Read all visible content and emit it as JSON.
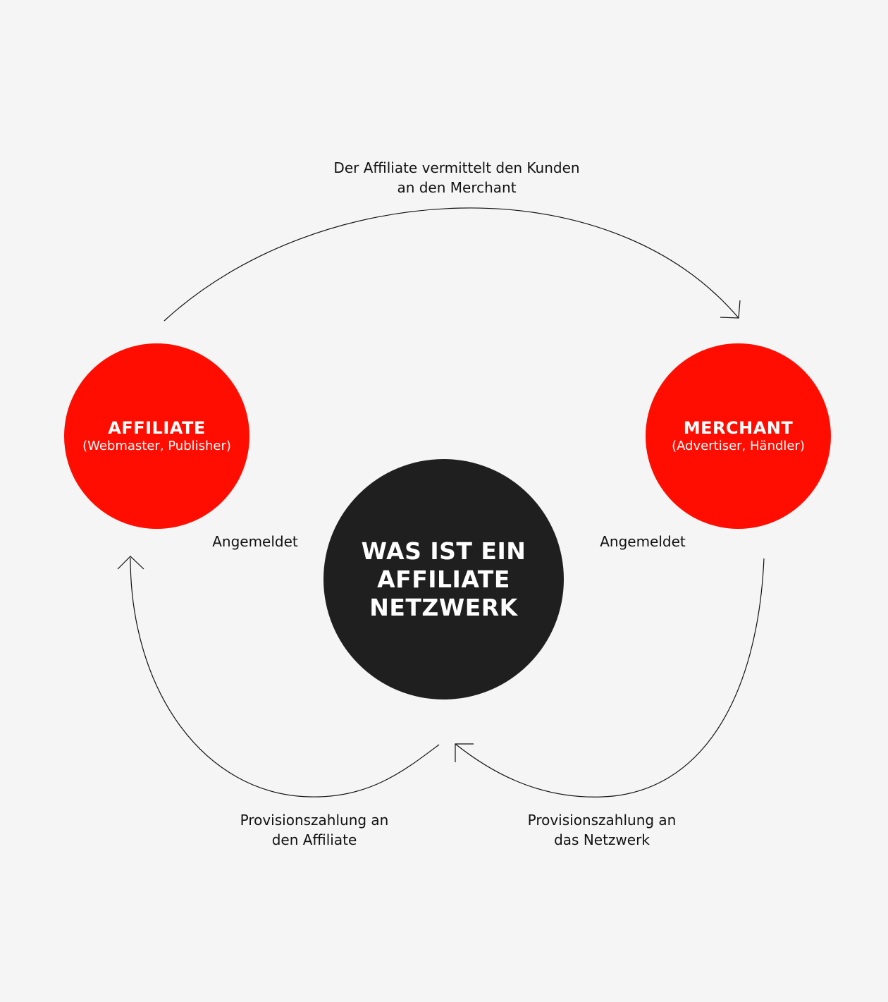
{
  "diagram": {
    "nodes": {
      "affiliate": {
        "title": "AFFILIATE",
        "subtitle": "(Webmaster, Publisher)",
        "color": "#ff0d00"
      },
      "merchant": {
        "title": "MERCHANT",
        "subtitle": "(Advertiser, Händler)",
        "color": "#ff0d00"
      },
      "center": {
        "title": "WAS IST EIN AFFILIATE NETZWERK",
        "color": "#1f1f1f"
      }
    },
    "labels": {
      "top_line1": "Der Affiliate vermittelt den Kunden",
      "top_line2": "an den Merchant",
      "left_registered": "Angemeldet",
      "right_registered": "Angemeldet",
      "bottom_left_line1": "Provisionszahlung an",
      "bottom_left_line2": "den Affiliate",
      "bottom_right_line1": "Provisionszahlung an",
      "bottom_right_line2": "das Netzwerk"
    },
    "edges": [
      {
        "from": "affiliate",
        "to": "merchant",
        "label": "Der Affiliate vermittelt den Kunden an den Merchant"
      },
      {
        "from": "merchant",
        "to": "center",
        "label": "Provisionszahlung an das Netzwerk"
      },
      {
        "from": "center",
        "to": "affiliate",
        "label": "Provisionszahlung an den Affiliate"
      }
    ],
    "background": "#f5f5f5",
    "arrow_color": "#111111"
  }
}
